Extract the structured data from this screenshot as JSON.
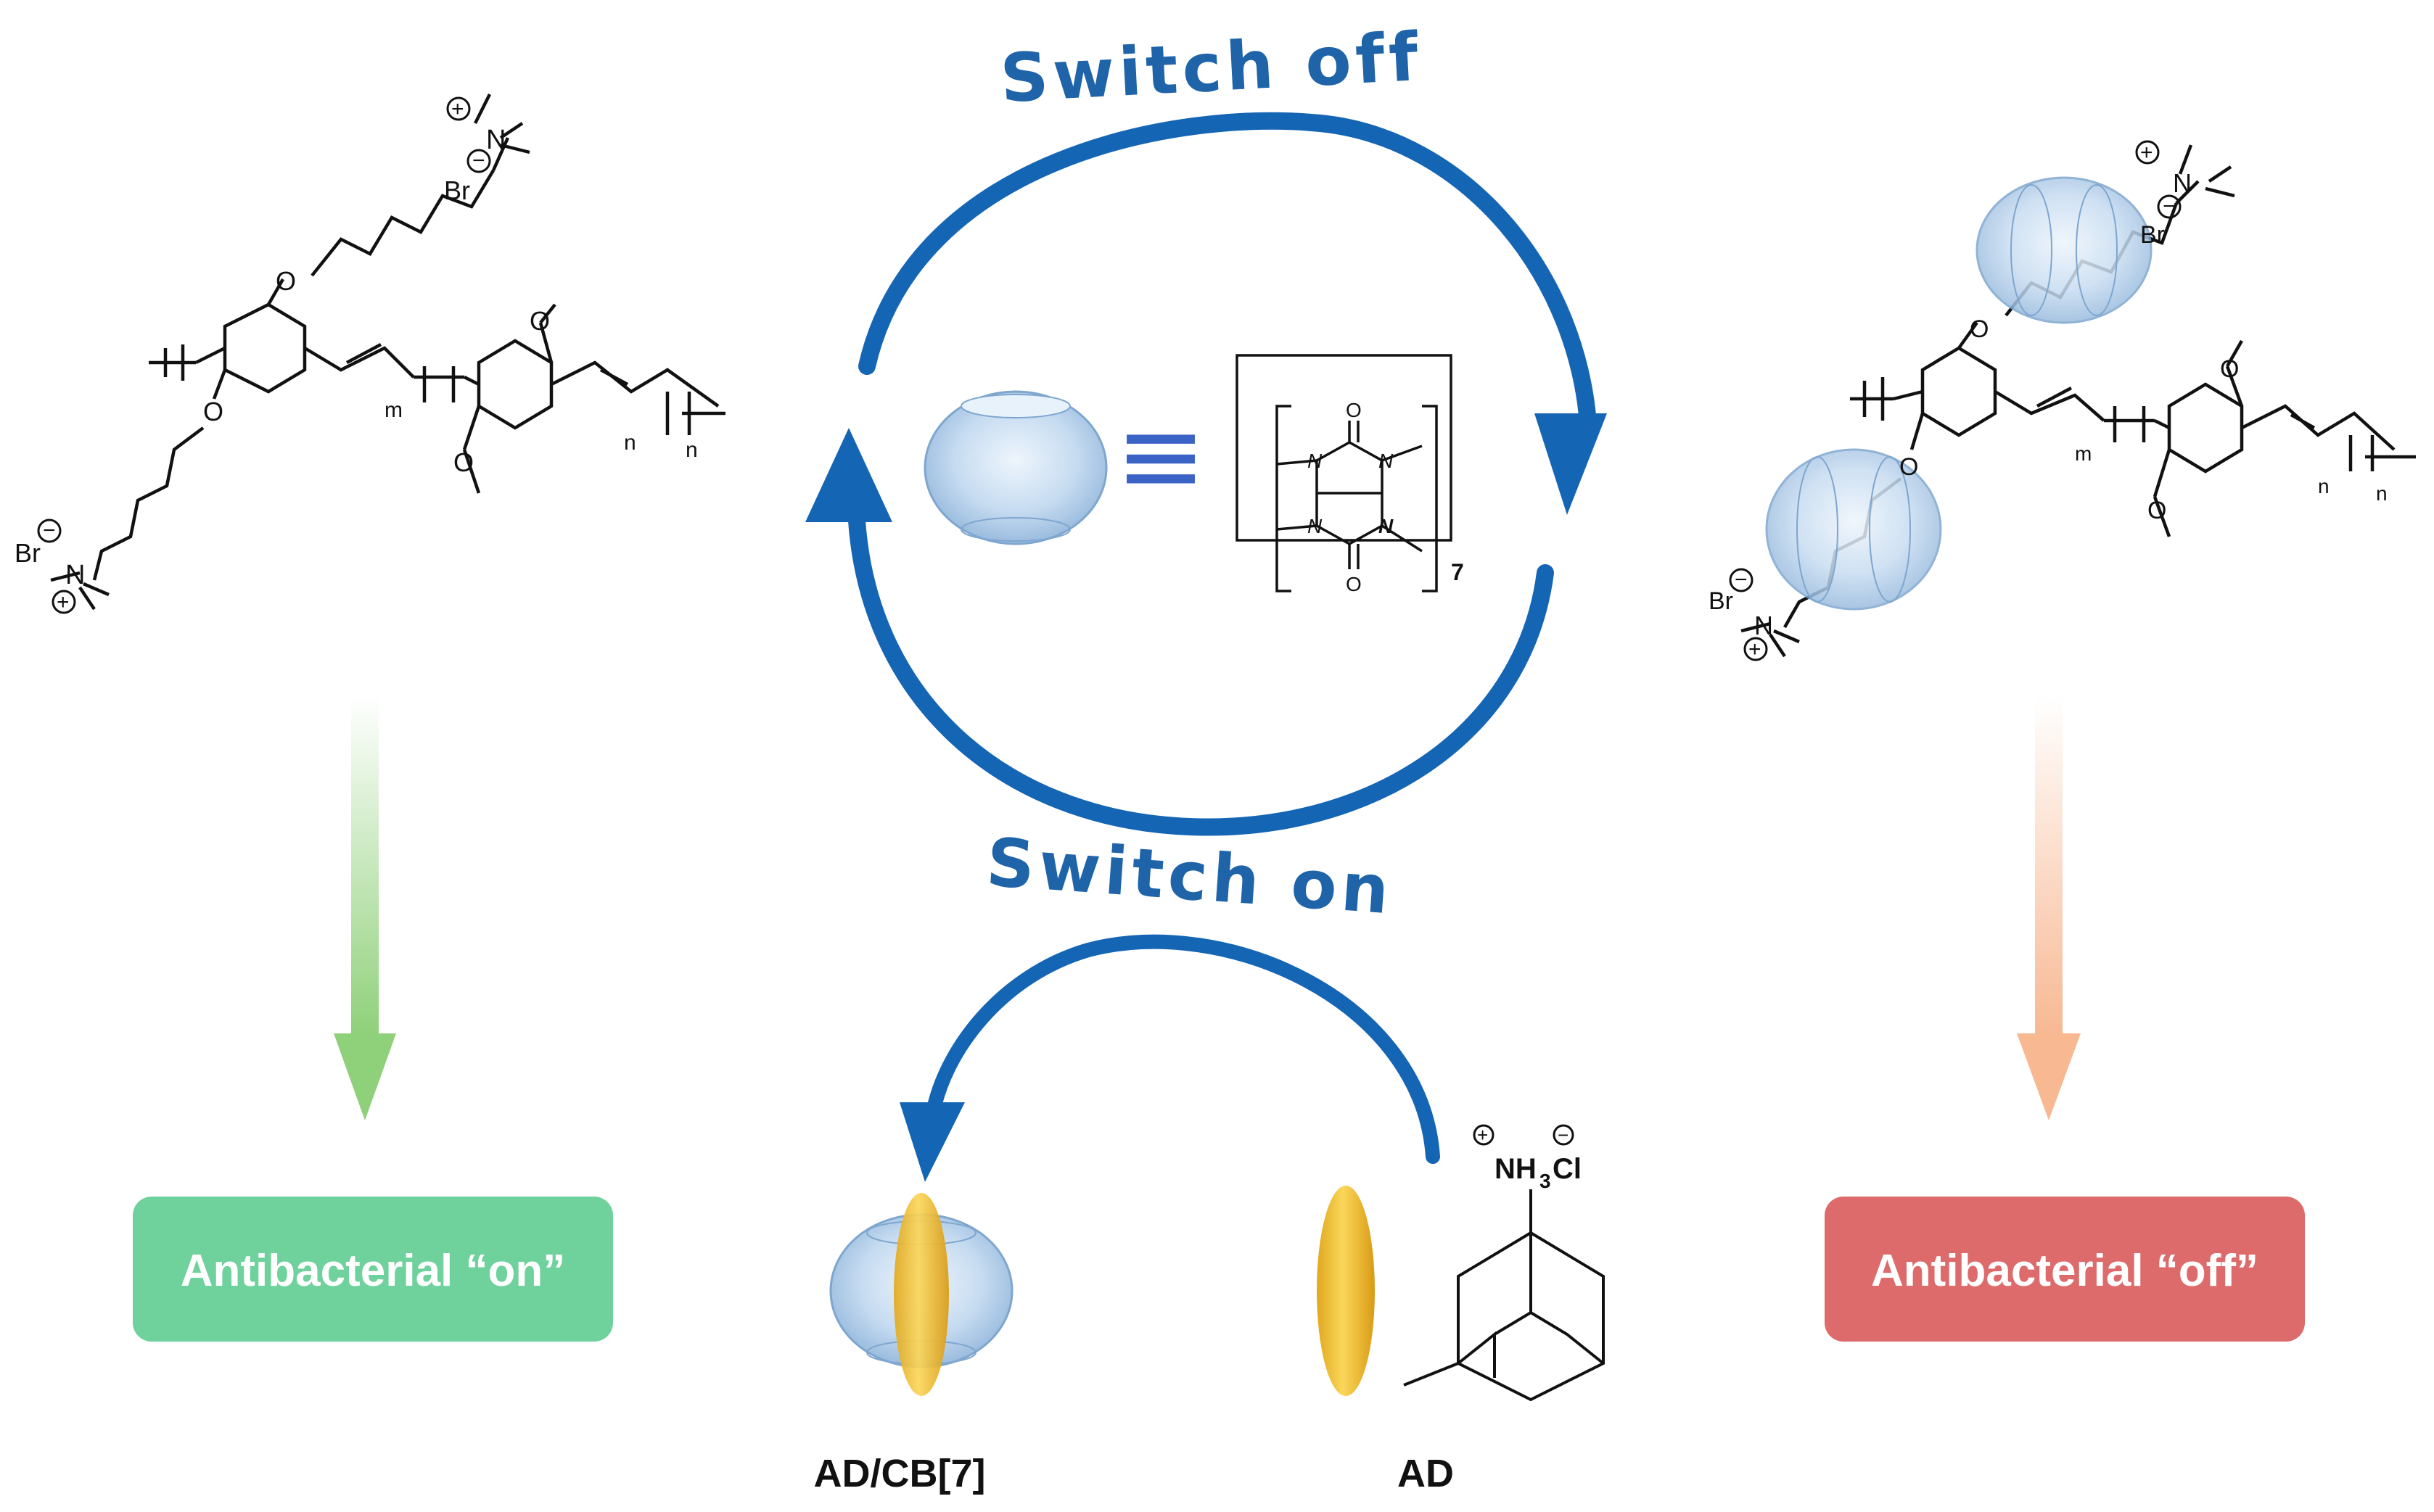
{
  "labels": {
    "switch_off": "Switch off",
    "switch_on": "Switch on",
    "antibacterial_on": "Antibacterial “on”",
    "antibacterial_off": "Antibacterial “off”",
    "ad_cb7": "AD/CB[7]",
    "ad": "AD"
  },
  "chem": {
    "O": "O",
    "N": "N",
    "Br": "Br",
    "sub_m": "m",
    "sub_n": "n",
    "repeat_7": "7",
    "nh3": "NH",
    "nh3_sub": "3",
    "cl": "Cl",
    "plus": "+",
    "minus": "−",
    "equiv": "≡"
  },
  "colors": {
    "cycle_arrow": "#1565b5",
    "green_box": "#6fd19c",
    "red_box": "#de6b6b",
    "green_arrow": "#8fd07a",
    "orange_arrow": "#f7b892",
    "capsule": "#f4c63a",
    "cb_sphere": "#bcd6ef"
  }
}
